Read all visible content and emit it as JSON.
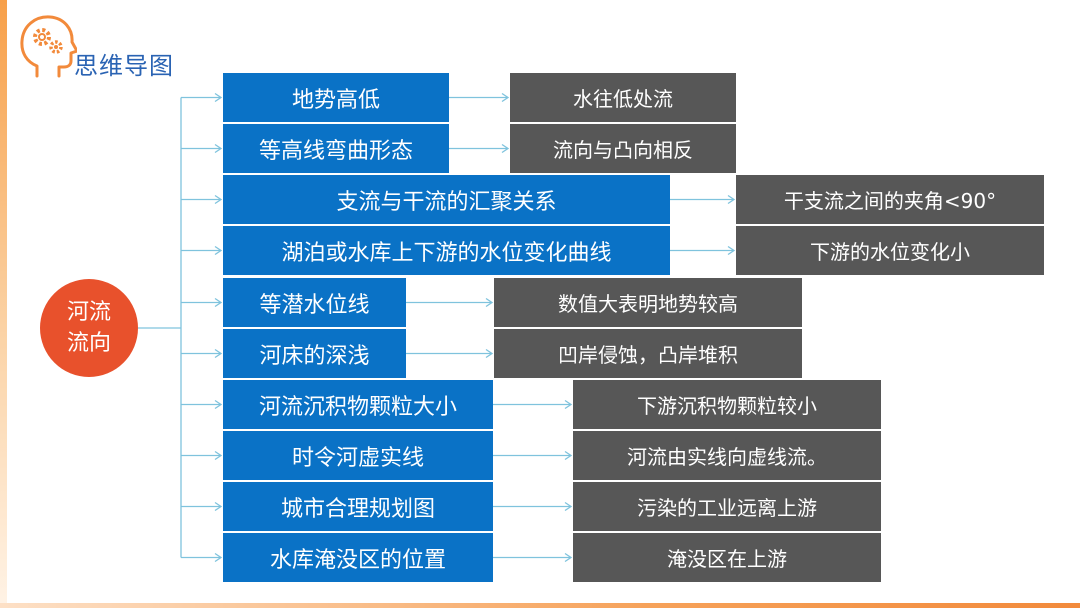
{
  "header": {
    "title": "思维导图",
    "logo_icon": "head-gears-icon"
  },
  "center": {
    "label": "河流流向"
  },
  "branches": [
    {
      "factor": "地势高低",
      "result": "水往低处流"
    },
    {
      "factor": "等高线弯曲形态",
      "result": "流向与凸向相反"
    },
    {
      "factor": "支流与干流的汇聚关系",
      "result": "干支流之间的夹角<90°"
    },
    {
      "factor": "湖泊或水库上下游的水位变化曲线",
      "result": "下游的水位变化小"
    },
    {
      "factor": "等潜水位线",
      "result": "数值大表明地势较高"
    },
    {
      "factor": "河床的深浅",
      "result": "凹岸侵蚀，凸岸堆积"
    },
    {
      "factor": "河流沉积物颗粒大小",
      "result": "下游沉积物颗粒较小"
    },
    {
      "factor": "时令河虚实线",
      "result": "河流由实线向虚线流。"
    },
    {
      "factor": "城市合理规划图",
      "result": "污染的工业远离上游"
    },
    {
      "factor": "水库淹没区的位置",
      "result": "淹没区在上游"
    }
  ],
  "colors": {
    "factor_box": "#0a72c6",
    "result_box": "#575757",
    "center_node": "#e8512c",
    "connector": "#7fc3dd",
    "title": "#2a63b3",
    "accent": "#f28a3b"
  }
}
